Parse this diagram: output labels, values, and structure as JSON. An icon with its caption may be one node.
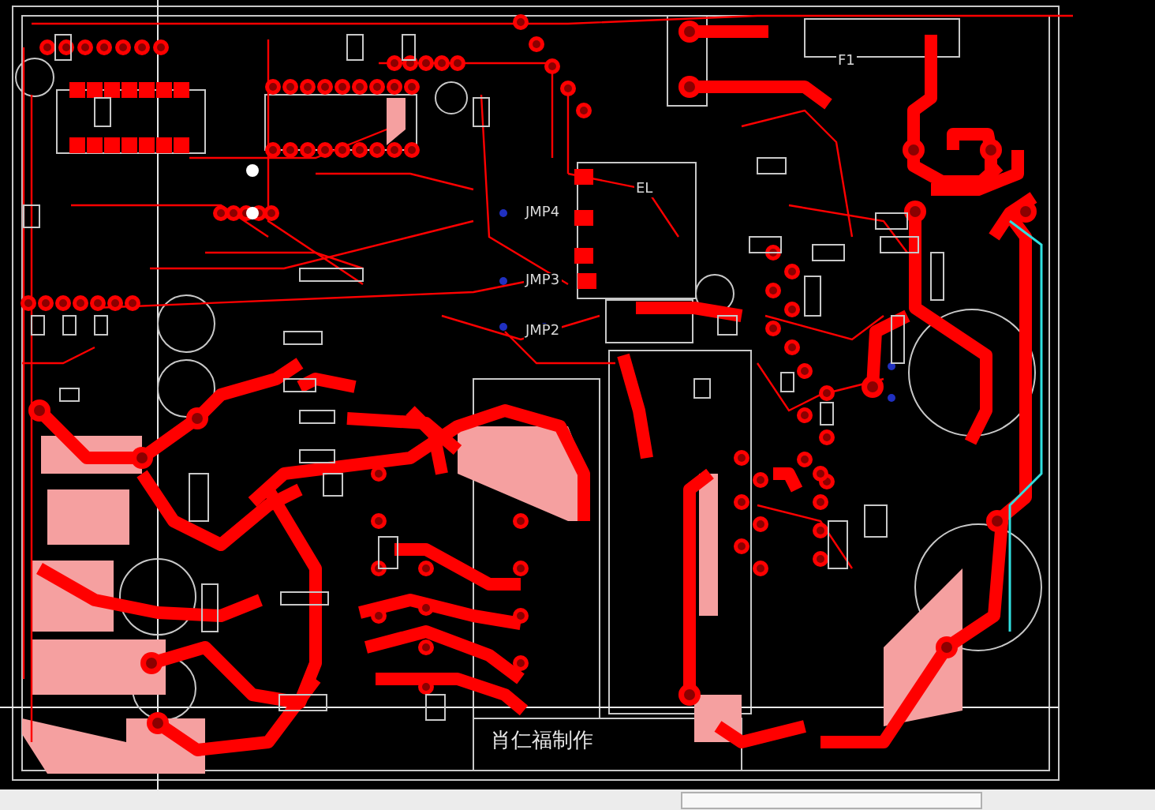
{
  "diagram": {
    "labels": [
      "F1",
      "EL",
      "JMP4",
      "JMP3",
      "JMP2",
      "肖仁福制作"
    ]
  }
}
